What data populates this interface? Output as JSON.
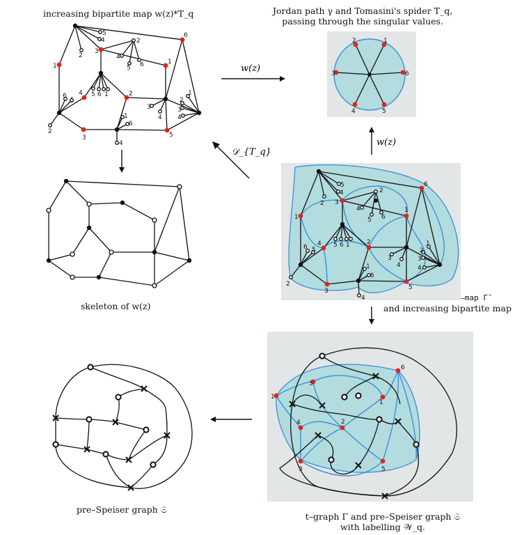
{
  "captions": {
    "top_left": "increasing bipartite map w(z)*T_q",
    "top_right_line1": "Jordan path γ and Tomasini's spider T_q,",
    "top_right_line2": "passing through the singular values.",
    "mid_left": "skeleton of w(z)",
    "mid_right_line1": "A–map Γ̂",
    "mid_right_line2": "and increasing bipartite map",
    "bottom_left": "pre–Speiser graph 𝔖",
    "bottom_right_line1": "t–graph Γ and pre–Speiser graph 𝔖",
    "bottom_right_line2": "with labelling 𝒲_q."
  },
  "arrows": {
    "w_right": "w(z)",
    "w_up": "w(z)",
    "d_diag": "𝒟_{T_q}"
  },
  "spider_labels": [
    "1",
    "2",
    "3",
    "4",
    "5",
    "6"
  ],
  "colors": {
    "singular_value": "#e0251b",
    "face_fill": "#b3dcdf",
    "face_stroke": "#3a8fd8",
    "panel_bg": "#e3e6e6"
  }
}
